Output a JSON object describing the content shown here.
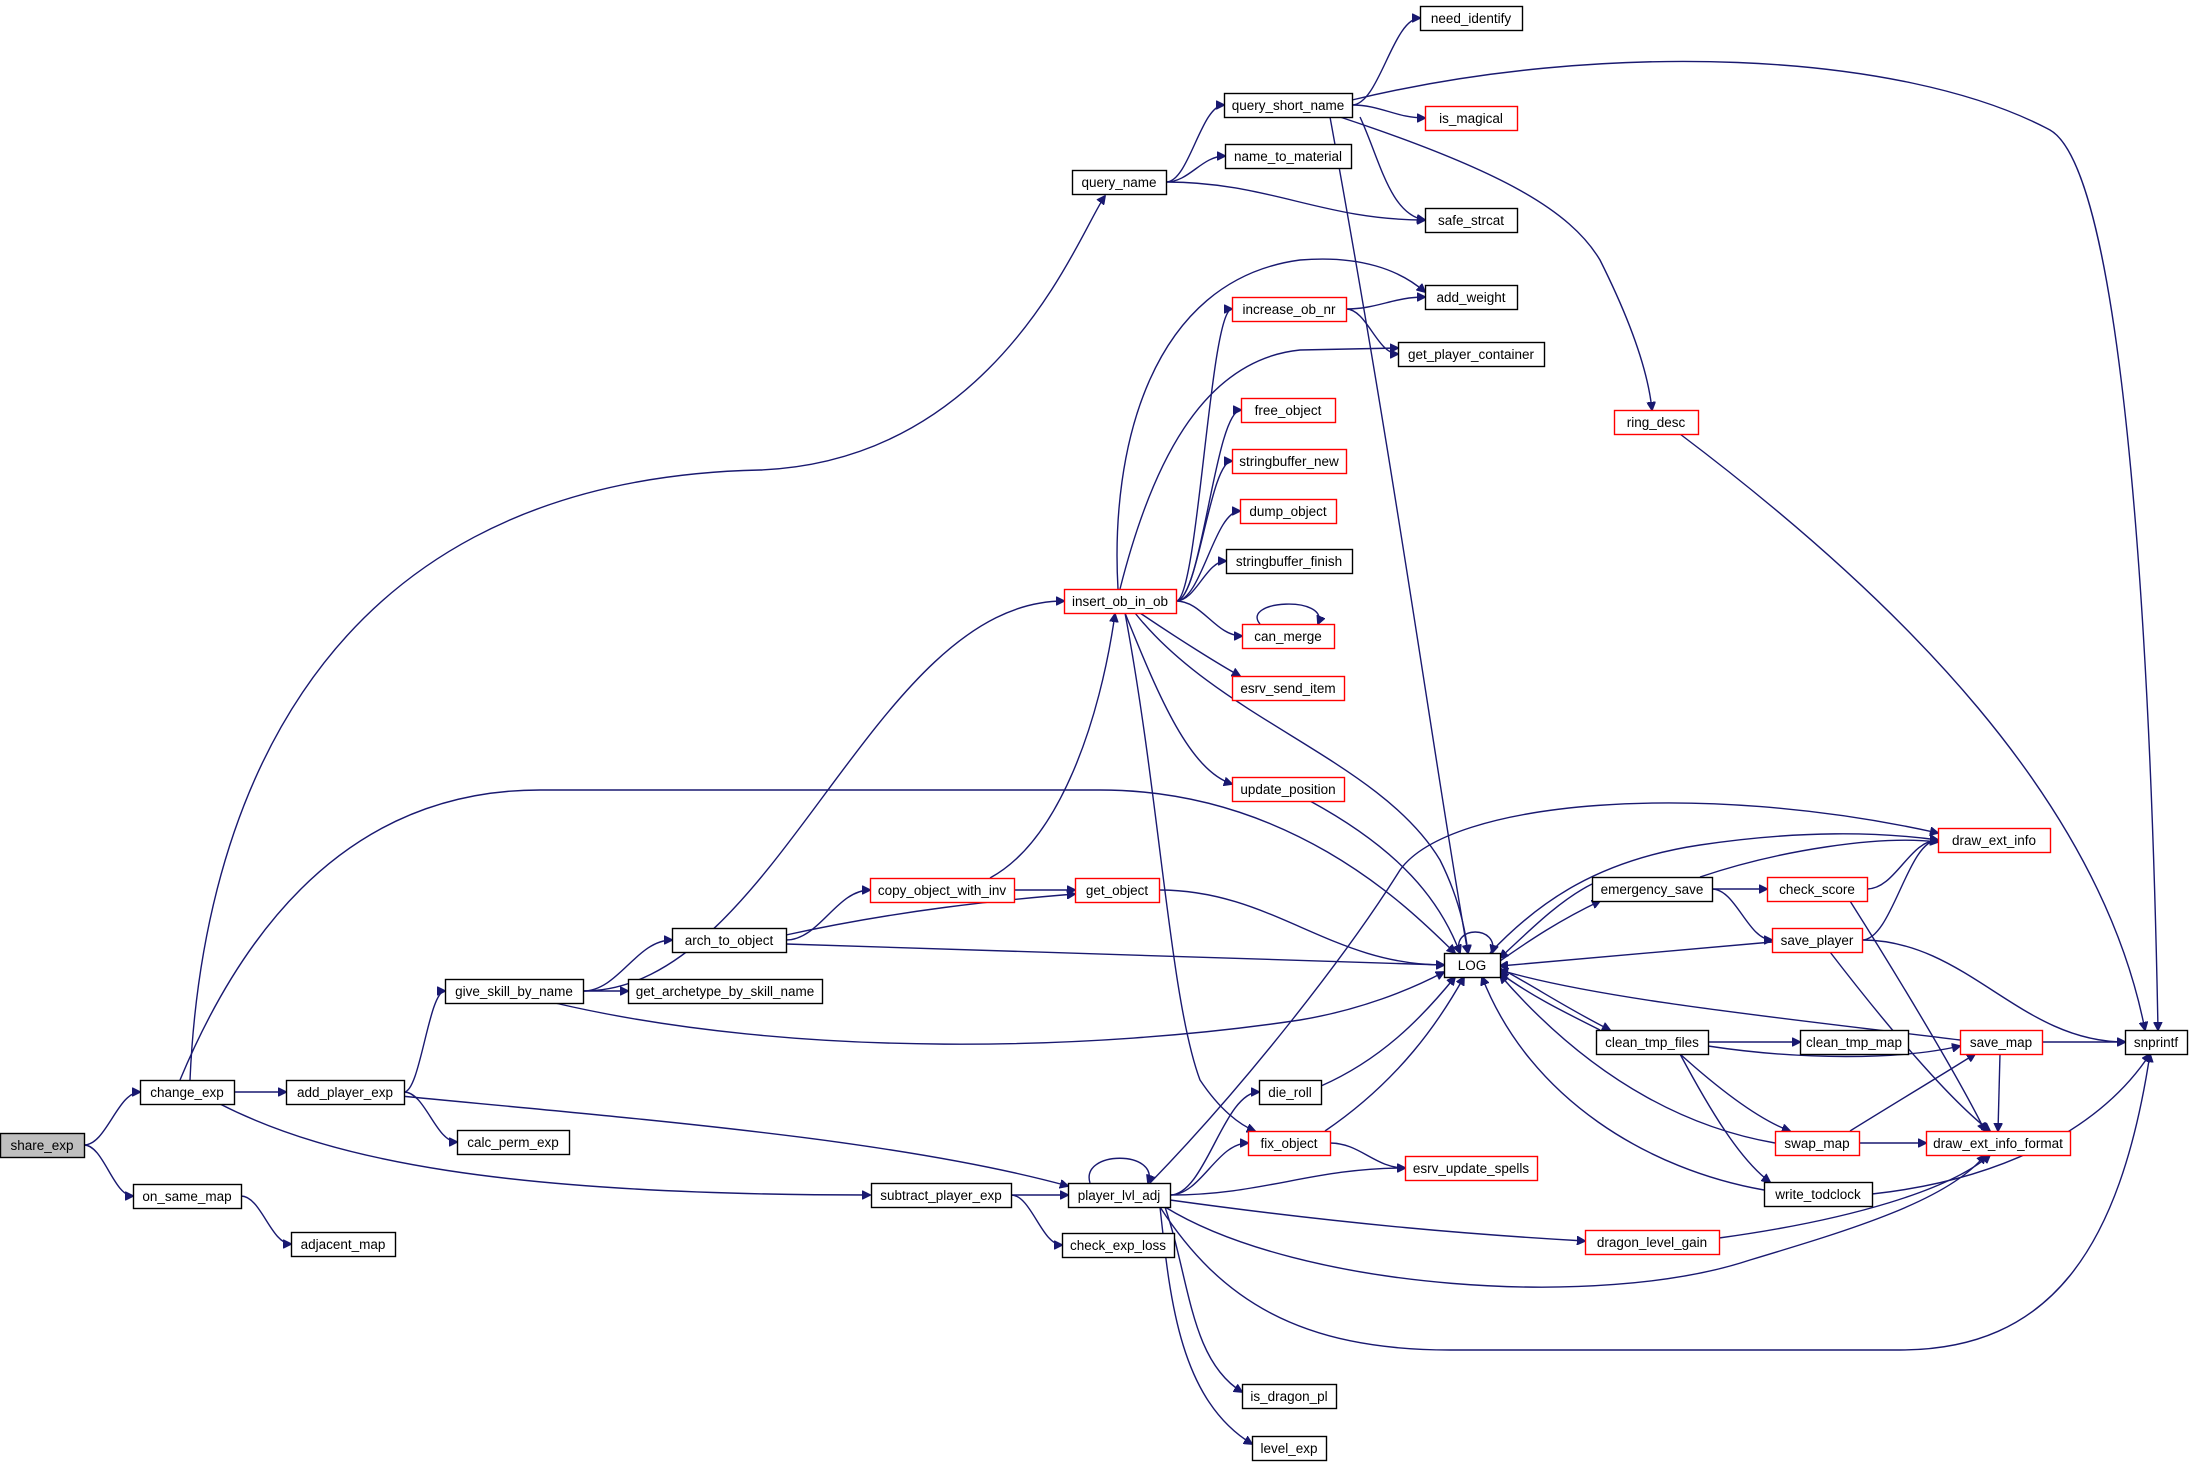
{
  "colors": {
    "normal_border": "#000000",
    "truncated_border": "#ff0000",
    "focus_fill": "#bfbfbf",
    "edge": "#191970",
    "background": "#ffffff"
  },
  "nodes": [
    {
      "id": "share_exp",
      "label": "share_exp",
      "style": "focus"
    },
    {
      "id": "change_exp",
      "label": "change_exp",
      "style": "normal"
    },
    {
      "id": "on_same_map",
      "label": "on_same_map",
      "style": "normal"
    },
    {
      "id": "adjacent_map",
      "label": "adjacent_map",
      "style": "normal"
    },
    {
      "id": "add_player_exp",
      "label": "add_player_exp",
      "style": "normal"
    },
    {
      "id": "calc_perm_exp",
      "label": "calc_perm_exp",
      "style": "normal"
    },
    {
      "id": "give_skill_by_name",
      "label": "give_skill_by_name",
      "style": "normal"
    },
    {
      "id": "arch_to_object",
      "label": "arch_to_object",
      "style": "normal"
    },
    {
      "id": "get_archetype_by_skill_name",
      "label": "get_archetype_by_skill_name",
      "style": "normal"
    },
    {
      "id": "copy_object_with_inv",
      "label": "copy_object_with_inv",
      "style": "truncated"
    },
    {
      "id": "get_object",
      "label": "get_object",
      "style": "truncated"
    },
    {
      "id": "subtract_player_exp",
      "label": "subtract_player_exp",
      "style": "normal"
    },
    {
      "id": "check_exp_loss",
      "label": "check_exp_loss",
      "style": "normal"
    },
    {
      "id": "player_lvl_adj",
      "label": "player_lvl_adj",
      "style": "normal"
    },
    {
      "id": "query_name",
      "label": "query_name",
      "style": "normal"
    },
    {
      "id": "query_short_name",
      "label": "query_short_name",
      "style": "normal"
    },
    {
      "id": "need_identify",
      "label": "need_identify",
      "style": "normal"
    },
    {
      "id": "is_magical",
      "label": "is_magical",
      "style": "truncated"
    },
    {
      "id": "name_to_material",
      "label": "name_to_material",
      "style": "normal"
    },
    {
      "id": "safe_strcat",
      "label": "safe_strcat",
      "style": "normal"
    },
    {
      "id": "add_weight",
      "label": "add_weight",
      "style": "normal"
    },
    {
      "id": "increase_ob_nr",
      "label": "increase_ob_nr",
      "style": "truncated"
    },
    {
      "id": "get_player_container",
      "label": "get_player_container",
      "style": "normal"
    },
    {
      "id": "free_object",
      "label": "free_object",
      "style": "truncated"
    },
    {
      "id": "stringbuffer_new",
      "label": "stringbuffer_new",
      "style": "truncated"
    },
    {
      "id": "dump_object",
      "label": "dump_object",
      "style": "truncated"
    },
    {
      "id": "stringbuffer_finish",
      "label": "stringbuffer_finish",
      "style": "normal"
    },
    {
      "id": "insert_ob_in_ob",
      "label": "insert_ob_in_ob",
      "style": "truncated"
    },
    {
      "id": "can_merge",
      "label": "can_merge",
      "style": "truncated"
    },
    {
      "id": "esrv_send_item",
      "label": "esrv_send_item",
      "style": "truncated"
    },
    {
      "id": "update_position",
      "label": "update_position",
      "style": "truncated"
    },
    {
      "id": "ring_desc",
      "label": "ring_desc",
      "style": "truncated"
    },
    {
      "id": "LOG",
      "label": "LOG",
      "style": "normal"
    },
    {
      "id": "die_roll",
      "label": "die_roll",
      "style": "normal"
    },
    {
      "id": "fix_object",
      "label": "fix_object",
      "style": "truncated"
    },
    {
      "id": "esrv_update_spells",
      "label": "esrv_update_spells",
      "style": "truncated"
    },
    {
      "id": "dragon_level_gain",
      "label": "dragon_level_gain",
      "style": "truncated"
    },
    {
      "id": "is_dragon_pl",
      "label": "is_dragon_pl",
      "style": "normal"
    },
    {
      "id": "level_exp",
      "label": "level_exp",
      "style": "normal"
    },
    {
      "id": "emergency_save",
      "label": "emergency_save",
      "style": "normal"
    },
    {
      "id": "check_score",
      "label": "check_score",
      "style": "truncated"
    },
    {
      "id": "save_player",
      "label": "save_player",
      "style": "truncated"
    },
    {
      "id": "draw_ext_info",
      "label": "draw_ext_info",
      "style": "truncated"
    },
    {
      "id": "clean_tmp_files",
      "label": "clean_tmp_files",
      "style": "normal"
    },
    {
      "id": "clean_tmp_map",
      "label": "clean_tmp_map",
      "style": "normal"
    },
    {
      "id": "save_map",
      "label": "save_map",
      "style": "truncated"
    },
    {
      "id": "swap_map",
      "label": "swap_map",
      "style": "truncated"
    },
    {
      "id": "draw_ext_info_format",
      "label": "draw_ext_info_format",
      "style": "truncated"
    },
    {
      "id": "write_todclock",
      "label": "write_todclock",
      "style": "normal"
    },
    {
      "id": "snprintf",
      "label": "snprintf",
      "style": "normal"
    }
  ],
  "edges": [
    [
      "share_exp",
      "change_exp"
    ],
    [
      "share_exp",
      "on_same_map"
    ],
    [
      "on_same_map",
      "adjacent_map"
    ],
    [
      "change_exp",
      "add_player_exp"
    ],
    [
      "change_exp",
      "query_name"
    ],
    [
      "change_exp",
      "LOG"
    ],
    [
      "change_exp",
      "subtract_player_exp"
    ],
    [
      "add_player_exp",
      "give_skill_by_name"
    ],
    [
      "add_player_exp",
      "calc_perm_exp"
    ],
    [
      "add_player_exp",
      "player_lvl_adj"
    ],
    [
      "give_skill_by_name",
      "insert_ob_in_ob"
    ],
    [
      "give_skill_by_name",
      "arch_to_object"
    ],
    [
      "give_skill_by_name",
      "get_archetype_by_skill_name"
    ],
    [
      "give_skill_by_name",
      "LOG"
    ],
    [
      "arch_to_object",
      "copy_object_with_inv"
    ],
    [
      "arch_to_object",
      "get_object"
    ],
    [
      "arch_to_object",
      "LOG"
    ],
    [
      "copy_object_with_inv",
      "insert_ob_in_ob"
    ],
    [
      "copy_object_with_inv",
      "get_object"
    ],
    [
      "get_object",
      "LOG"
    ],
    [
      "subtract_player_exp",
      "player_lvl_adj"
    ],
    [
      "subtract_player_exp",
      "check_exp_loss"
    ],
    [
      "player_lvl_adj",
      "player_lvl_adj"
    ],
    [
      "player_lvl_adj",
      "draw_ext_info"
    ],
    [
      "player_lvl_adj",
      "die_roll"
    ],
    [
      "player_lvl_adj",
      "fix_object"
    ],
    [
      "player_lvl_adj",
      "esrv_update_spells"
    ],
    [
      "player_lvl_adj",
      "dragon_level_gain"
    ],
    [
      "player_lvl_adj",
      "draw_ext_info_format"
    ],
    [
      "player_lvl_adj",
      "snprintf"
    ],
    [
      "player_lvl_adj",
      "is_dragon_pl"
    ],
    [
      "player_lvl_adj",
      "level_exp"
    ],
    [
      "query_name",
      "query_short_name"
    ],
    [
      "query_name",
      "name_to_material"
    ],
    [
      "query_name",
      "safe_strcat"
    ],
    [
      "query_short_name",
      "need_identify"
    ],
    [
      "query_short_name",
      "is_magical"
    ],
    [
      "query_short_name",
      "safe_strcat"
    ],
    [
      "query_short_name",
      "ring_desc"
    ],
    [
      "query_short_name",
      "snprintf"
    ],
    [
      "query_short_name",
      "LOG"
    ],
    [
      "insert_ob_in_ob",
      "add_weight"
    ],
    [
      "insert_ob_in_ob",
      "increase_ob_nr"
    ],
    [
      "insert_ob_in_ob",
      "get_player_container"
    ],
    [
      "insert_ob_in_ob",
      "free_object"
    ],
    [
      "insert_ob_in_ob",
      "stringbuffer_new"
    ],
    [
      "insert_ob_in_ob",
      "dump_object"
    ],
    [
      "insert_ob_in_ob",
      "stringbuffer_finish"
    ],
    [
      "insert_ob_in_ob",
      "can_merge"
    ],
    [
      "insert_ob_in_ob",
      "esrv_send_item"
    ],
    [
      "insert_ob_in_ob",
      "update_position"
    ],
    [
      "insert_ob_in_ob",
      "LOG"
    ],
    [
      "insert_ob_in_ob",
      "fix_object"
    ],
    [
      "increase_ob_nr",
      "add_weight"
    ],
    [
      "increase_ob_nr",
      "get_player_container"
    ],
    [
      "can_merge",
      "can_merge"
    ],
    [
      "update_position",
      "LOG"
    ],
    [
      "ring_desc",
      "snprintf"
    ],
    [
      "die_roll",
      "LOG"
    ],
    [
      "fix_object",
      "LOG"
    ],
    [
      "fix_object",
      "esrv_update_spells"
    ],
    [
      "dragon_level_gain",
      "draw_ext_info_format"
    ],
    [
      "LOG",
      "LOG"
    ],
    [
      "LOG",
      "draw_ext_info"
    ],
    [
      "LOG",
      "emergency_save"
    ],
    [
      "LOG",
      "clean_tmp_files"
    ],
    [
      "emergency_save",
      "LOG"
    ],
    [
      "emergency_save",
      "draw_ext_info"
    ],
    [
      "emergency_save",
      "check_score"
    ],
    [
      "emergency_save",
      "save_player"
    ],
    [
      "check_score",
      "draw_ext_info"
    ],
    [
      "check_score",
      "draw_ext_info_format"
    ],
    [
      "save_player",
      "LOG"
    ],
    [
      "save_player",
      "draw_ext_info"
    ],
    [
      "save_player",
      "draw_ext_info_format"
    ],
    [
      "save_player",
      "snprintf"
    ],
    [
      "clean_tmp_files",
      "LOG"
    ],
    [
      "clean_tmp_files",
      "clean_tmp_map"
    ],
    [
      "clean_tmp_files",
      "save_map"
    ],
    [
      "clean_tmp_files",
      "swap_map"
    ],
    [
      "clean_tmp_files",
      "write_todclock"
    ],
    [
      "save_map",
      "LOG"
    ],
    [
      "save_map",
      "snprintf"
    ],
    [
      "save_map",
      "draw_ext_info_format"
    ],
    [
      "swap_map",
      "LOG"
    ],
    [
      "swap_map",
      "save_map"
    ],
    [
      "swap_map",
      "draw_ext_info_format"
    ],
    [
      "write_todclock",
      "LOG"
    ],
    [
      "write_todclock",
      "snprintf"
    ]
  ]
}
